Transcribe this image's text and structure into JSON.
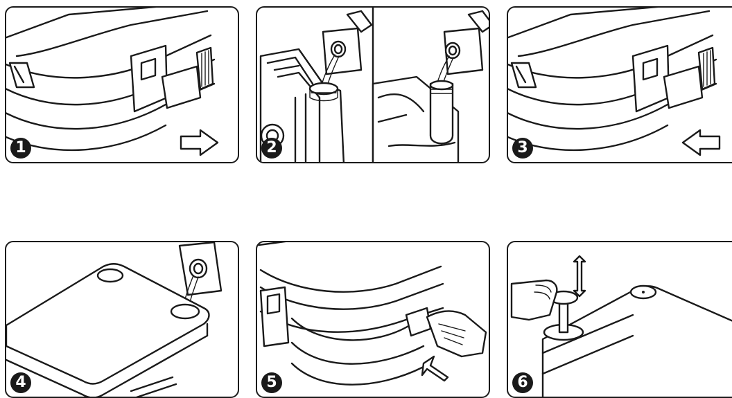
{
  "steps": [
    {
      "number": "1",
      "action": "slide-right"
    },
    {
      "number": "2",
      "action": "pour"
    },
    {
      "number": "3",
      "action": "slide-left"
    },
    {
      "number": "4",
      "action": "pour"
    },
    {
      "number": "5",
      "action": "pull-out"
    },
    {
      "number": "6",
      "action": "pump-up-down"
    }
  ],
  "colors": {
    "line": "#1a1a1a",
    "background": "#ffffff"
  }
}
